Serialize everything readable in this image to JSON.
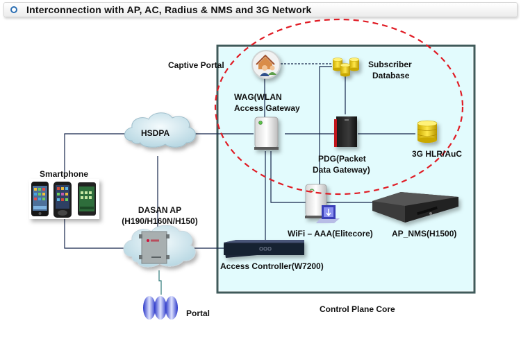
{
  "title": "Interconnection with AP, AC, Radius & NMS and 3G Network",
  "labels": {
    "captive_portal": "Captive Portal",
    "subscriber_db_line1": "Subscriber",
    "subscriber_db_line2": "Database",
    "wag_line1": "WAG(WLAN",
    "wag_line2": "Access Gateway",
    "hsdpa": "HSDPA",
    "pdg_line1": "PDG(Packet",
    "pdg_line2": "Data Gateway)",
    "hlr": "3G HLR/AuC",
    "smartphone": "Smartphone",
    "dasan_line1": "DASAN AP",
    "dasan_line2": "(H190/H160N/H150)",
    "wifi_aaa": "WiFi – AAA(Elitecore)",
    "ap_nms": "AP_NMS(H1500)",
    "access_controller": "Access Controller(W7200)",
    "portal": "Portal",
    "control_plane": "Control Plane Core"
  },
  "colors": {
    "core_fill": "#e2fbfd",
    "core_border": "#3f5a5a",
    "link": "#14244a",
    "highlight_ring": "#e01b24"
  }
}
